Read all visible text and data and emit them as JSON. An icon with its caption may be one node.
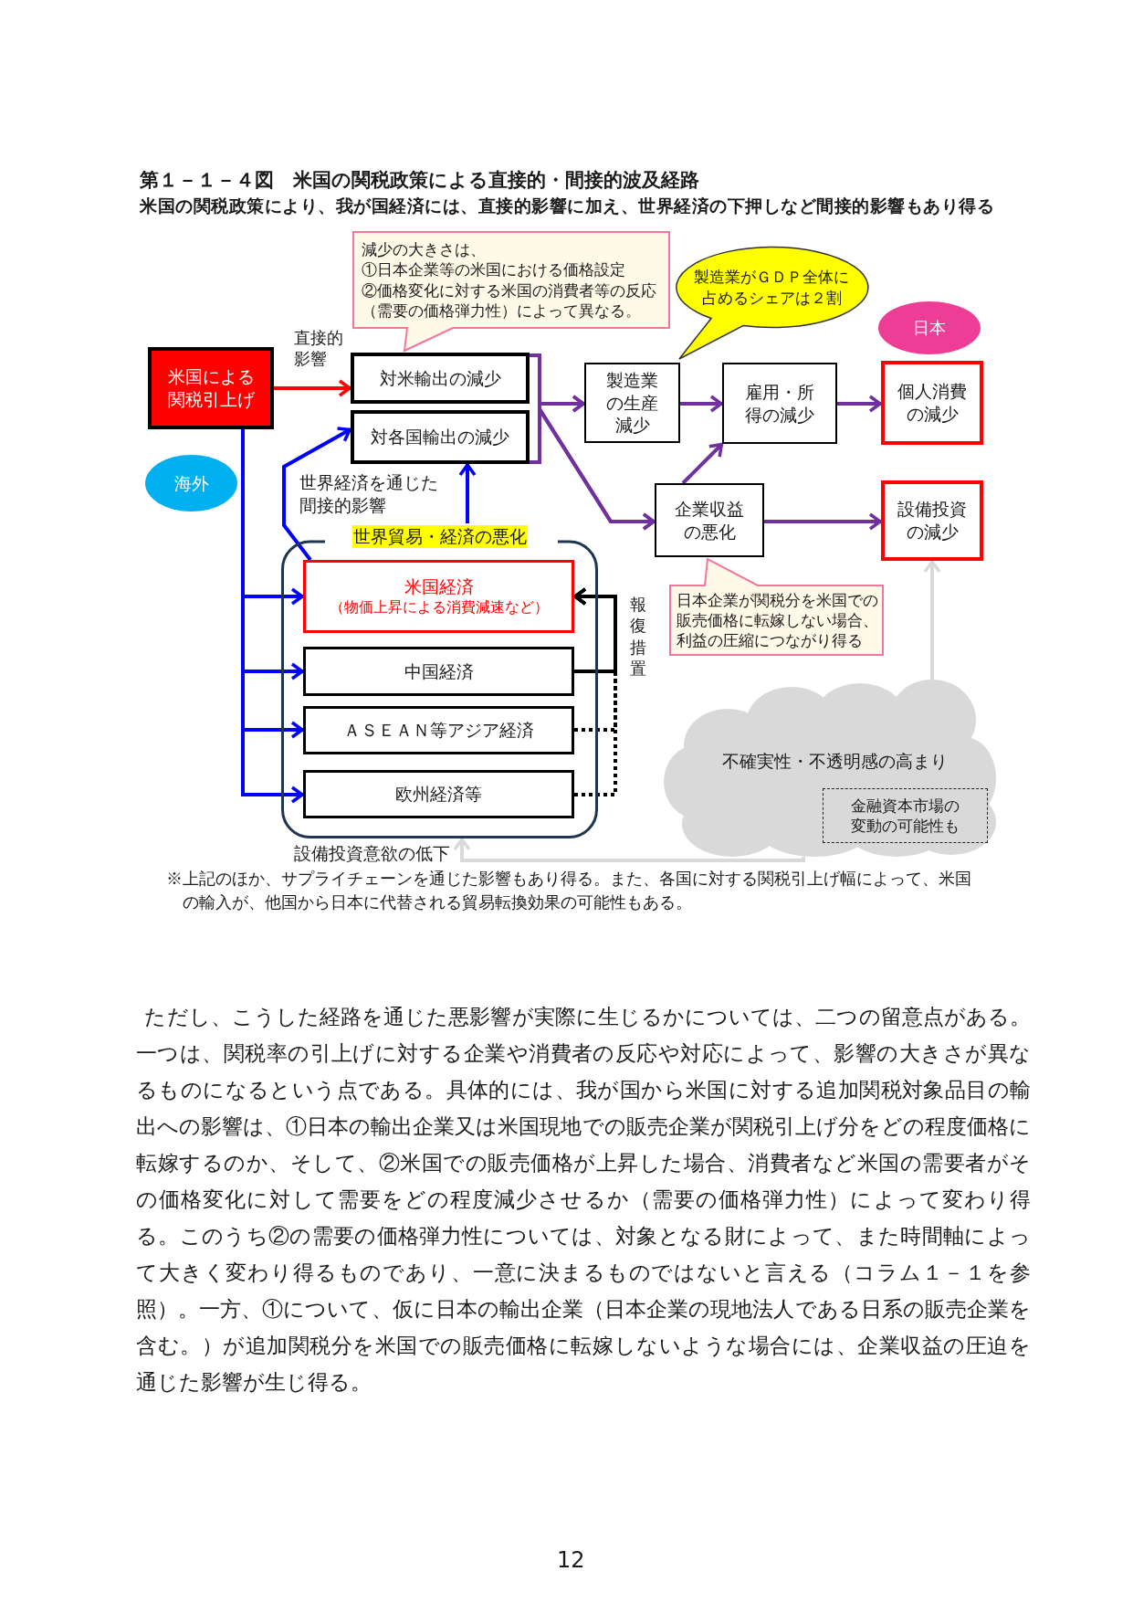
{
  "diagram": {
    "title": "第１－１－４図　米国の関税政策による直接的・間接的波及経路",
    "nodes": [
      {
        "text": [
          "減少の大きさは、",
          "①日本企業等の米国における価格設定",
          "②価格変化に対する米国の消費者等の反応（需要の価格弾力性）によって異なる。"
        ]
      },
      {
        "text": [
          "製造業がＧＤＰ全体に占めるシェアは２割"
        ]
      },
      {
        "text": [
          "日本"
        ]
      },
      {
        "text": [
          "米国による関税引上げ"
        ]
      },
      {
        "text": [
          "対米輸出の減少"
        ]
      },
      {
        "text": [
          "対各国輸出の減少"
        ]
      },
      {
        "text": [
          "製造業の生産減少"
        ]
      },
      {
        "text": [
          "雇用・所得の減少"
        ]
      },
      {
        "text": [
          "個人消費の減少"
        ]
      },
      {
        "text": [
          "海外"
        ]
      },
      {
        "text": [
          "企業収益の悪化"
        ]
      },
      {
        "text": [
          "設備投資の減少"
        ]
      },
      {
        "text": [
          "世界貿易・経済の悪化"
        ]
      },
      {
        "text": [
          "米国経済",
          "（物価上昇による消費減速など）"
        ],
        "in": 12
      },
      {
        "text": [
          "中国経済"
        ],
        "in": 12
      },
      {
        "text": [
          "ＡＳＥＡＮ等アジア経済"
        ],
        "in": 12
      },
      {
        "text": [
          "欧州経済等"
        ],
        "in": 12
      },
      {
        "text": [
          "日本企業が関税分を米国での販売価格に転嫁しない場合、利益の圧縮につながり得る"
        ]
      },
      {
        "text": [
          "不確実性・不透明感の高まり"
        ]
      },
      {
        "text": [
          "金融資本市場の変動の可能性も"
        ],
        "in": 18
      }
    ],
    "edges": [
      {
        "from": 3,
        "to": 4,
        "arrow": "to",
        "label": "直接的影響",
        "color": "#ff0000"
      },
      {
        "from": 3,
        "to": 13,
        "arrow": "to",
        "color": "#0000ff"
      },
      {
        "from": 3,
        "to": 14,
        "arrow": "to",
        "color": "#0000ff"
      },
      {
        "from": 3,
        "to": 15,
        "arrow": "to",
        "color": "#0000ff"
      },
      {
        "from": 3,
        "to": 16,
        "arrow": "to",
        "color": "#0000ff"
      },
      {
        "from": 13,
        "to": 5,
        "arrow": "to",
        "color": "#0000ff"
      },
      {
        "from": 12,
        "to": 5,
        "arrow": "to",
        "label": "世界経済を通じた間接的影響",
        "color": "#0000ff"
      },
      {
        "from": 4,
        "to": 6,
        "arrow": "to"
      },
      {
        "from": 5,
        "to": 6,
        "arrow": "to"
      },
      {
        "from": 4,
        "to": 10,
        "arrow": "to"
      },
      {
        "from": 5,
        "to": 10,
        "arrow": "to"
      },
      {
        "from": 6,
        "to": 7,
        "arrow": "to"
      },
      {
        "from": 7,
        "to": 8,
        "arrow": "to"
      },
      {
        "from": 10,
        "to": 7,
        "arrow": "to"
      },
      {
        "from": 10,
        "to": 11,
        "arrow": "to"
      },
      {
        "from": 14,
        "to": 13,
        "arrow": "to",
        "label": "報復措置",
        "color": "#000000"
      },
      {
        "from": 15,
        "to": 13,
        "arrow": "to",
        "style": "dashed",
        "color": "#000000"
      },
      {
        "from": 16,
        "to": 13,
        "arrow": "to",
        "style": "dashed",
        "color": "#000000"
      },
      {
        "from": 18,
        "to": 11,
        "arrow": "to",
        "color": "#d9d9d9"
      },
      {
        "from": 18,
        "to": 12,
        "arrow": "to",
        "label": "設備投資意欲の低下",
        "color": "#d9d9d9"
      }
    ],
    "labels": [
      "米国の関税政策により、我が国経済には、直接的影響に加え、世界経済の下押しなど間接的影響もあり得る",
      "※上記のほか、サプライチェーンを通じた影響もあり得る。また、各国に対する関税引上げ幅によって、米国の輸入が、他国から日本に代替される貿易転換効果の可能性もある。",
      "ただし、こうした経路を通じた悪影響が実際に生じるかについては、二つの留意点がある。一つは、関税率の引上げに対する企業や消費者の反応や対応によって、影響の大きさが異なるものになるという点である。具体的には、我が国から米国に対する追加関税対象品目の輸出への影響は、①日本の輸出企業又は米国現地での販売企業が関税引上げ分をどの程度価格に転嫁するのか、そして、②米国での販売価格が上昇した場合、消費者など米国の需要者がその価格変化に対して需要をどの程度減少させるか（需要の価格弾力性）によって変わり得る。このうち②の需要の価格弾力性については、対象となる財によって、また時間軸によって大きく変わり得るものであり、一意に決まるものではないと言える（コラム１－１を参照）。一方、①について、仮に日本の輸出企業（日本企業の現地法人である日系の販売企業を含む。）が追加関税分を米国での販売価格に転嫁しないような場合には、企業収益の圧迫を通じた影響が生じ得る。",
      "12"
    ]
  }
}
